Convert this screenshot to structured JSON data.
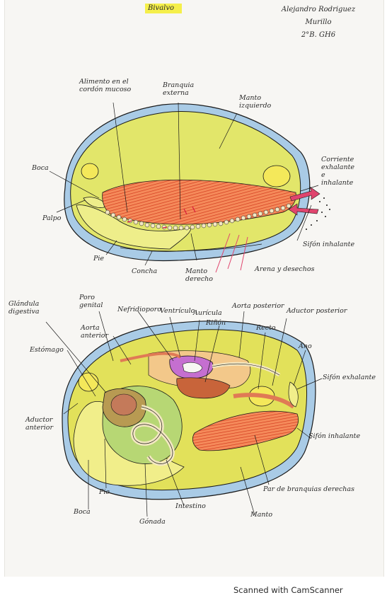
{
  "title": "Bivalvo",
  "author": {
    "line1": "Alejandro Rodriguez",
    "line2": "Murillo",
    "line3": "2°B. GH6"
  },
  "top_diagram": {
    "labels": {
      "alimento": "Alimento en el\ncordón mucoso",
      "branquia": "Branquia\nexterna",
      "manto_izq": "Manto\nizquierdo",
      "boca": "Boca",
      "palpo": "Palpo",
      "corriente": "Corriente\nexhalante\ne\ninhalante",
      "sifon": "Sifón inhalante",
      "pie": "Pie",
      "concha": "Concha",
      "manto_der": "Manto\nderecho",
      "arena": "Arena y desechos"
    }
  },
  "bottom_diagram": {
    "labels": {
      "glandula": "Glándula\ndigestiva",
      "poro": "Poro\ngenital",
      "nefridioporo": "Nefridioporo",
      "ventriculo": "Ventrículo",
      "auricula": "Aurícula",
      "aorta_post": "Aorta posterior",
      "aductor_post": "Aductor posterior",
      "aorta_ant": "Aorta\nanterior",
      "rinon": "Riñón",
      "recto": "Recto",
      "ano": "Ano",
      "estomago": "Estómago",
      "sifon_ex": "Sifón exhalante",
      "aductor_ant": "Aductor\nanterior",
      "sifon_in": "Sifón inhalante",
      "par": "Par de branquias derechas",
      "pie": "Pie",
      "boca": "Boca",
      "intestino": "Intestino",
      "manto": "Manto",
      "gonada": "Gónada"
    }
  },
  "footer": "Scanned with CamScanner",
  "colors": {
    "paper": "#f7f6f3",
    "shell": "#9fc4e3",
    "mantle": "#e7ea6a",
    "foot": "#f0ee88",
    "gill": "#f07a4a",
    "arrow": "#e0456e",
    "digestive": "#b89a52",
    "gonad": "#b7d774",
    "heart": "#c56fd0",
    "kidney": "#c8643a"
  }
}
